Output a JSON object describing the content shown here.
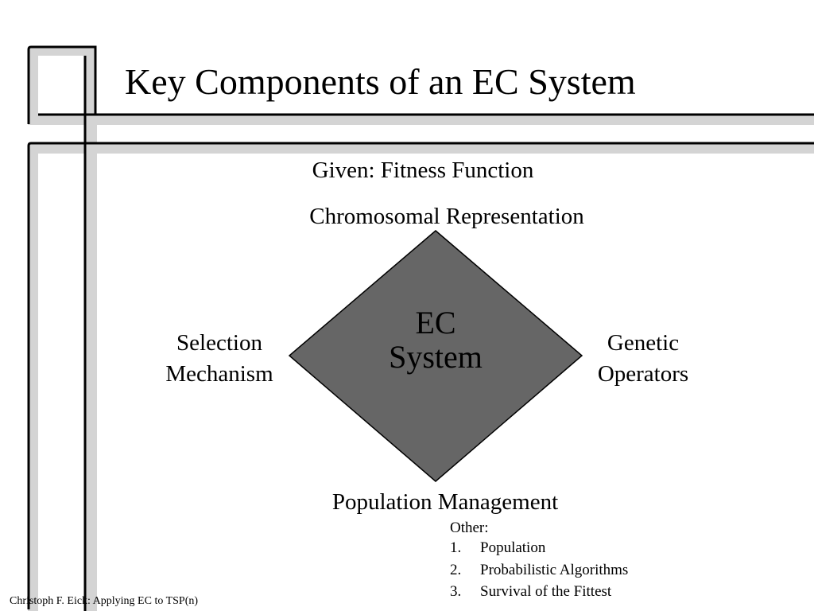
{
  "title": "Key Components of an EC System",
  "diagram": {
    "given": "Given: Fitness Function",
    "top": "Chromosomal Representation",
    "center": [
      "EC",
      "System"
    ],
    "left": [
      "Selection",
      "Mechanism"
    ],
    "right": [
      "Genetic",
      "Operators"
    ],
    "bottom": "Population Management",
    "diamond_fill": "#666666"
  },
  "other": {
    "heading": "Other:",
    "items": [
      {
        "num": "1.",
        "text": "Population"
      },
      {
        "num": "2.",
        "text": "Probabilistic Algorithms"
      },
      {
        "num": "3.",
        "text": "Survival of the Fittest"
      }
    ]
  },
  "footer": "Christoph F. Eick: Applying EC to TSP(n)",
  "colors": {
    "frame_gray": "#d4d4d4",
    "frame_outline": "#000000"
  }
}
